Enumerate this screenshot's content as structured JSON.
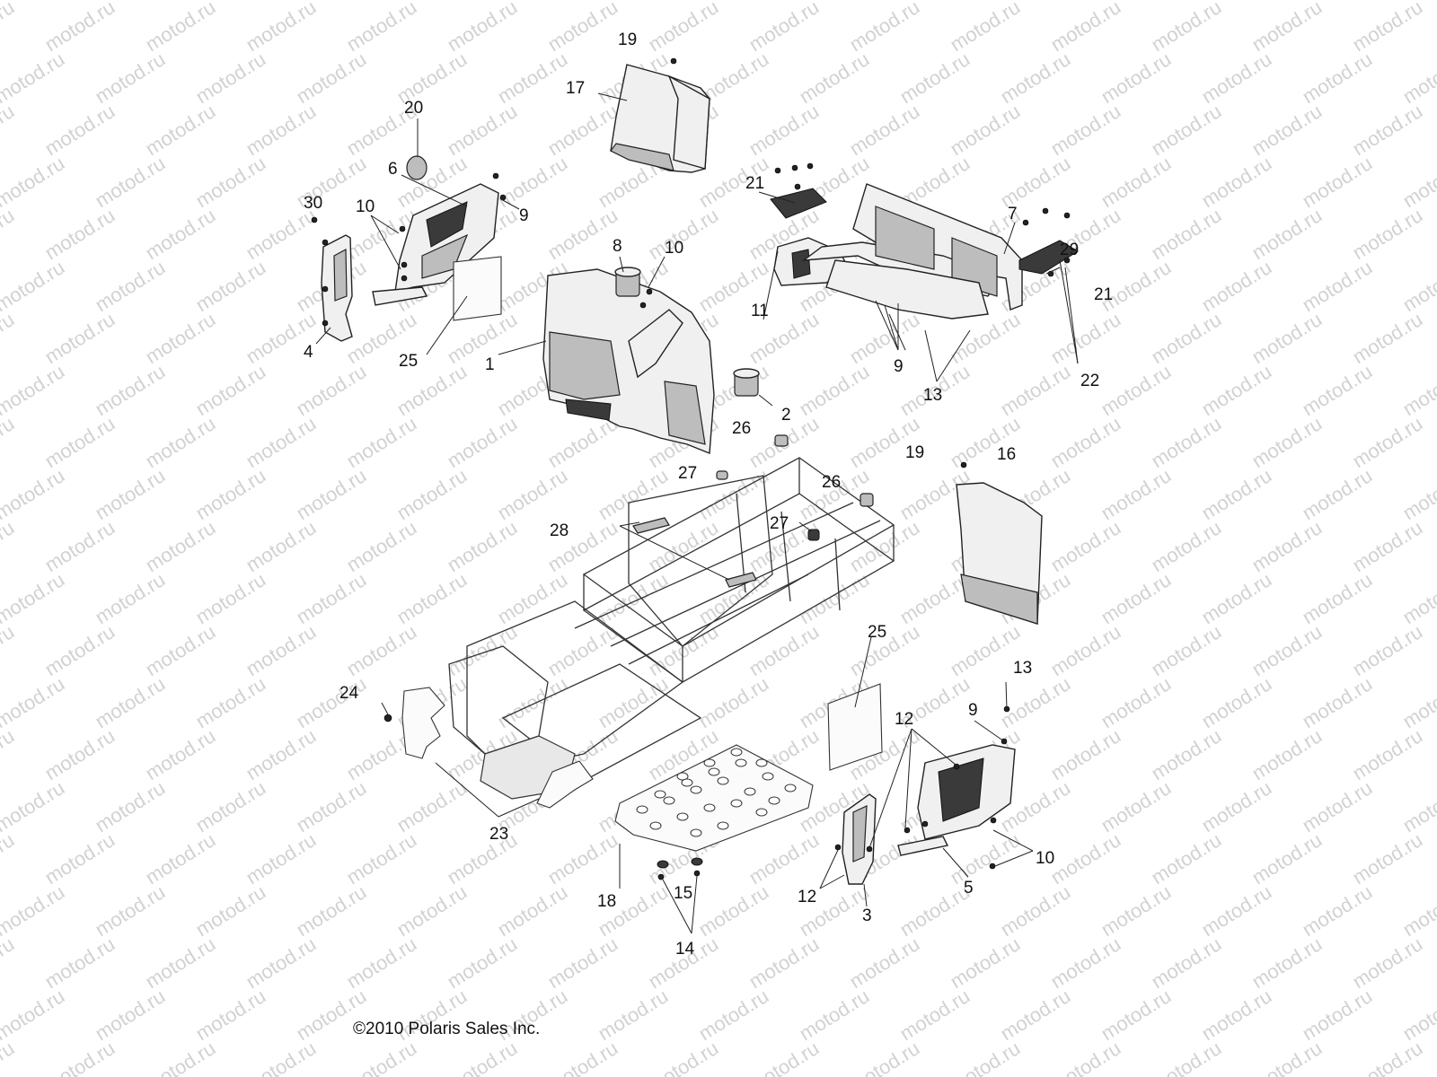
{
  "diagram": {
    "watermark_text": "motod.ru",
    "copyright": "©2010 Polaris Sales Inc.",
    "callouts": [
      {
        "id": "c19a",
        "text": "19"
      },
      {
        "id": "c17",
        "text": "17"
      },
      {
        "id": "c20",
        "text": "20"
      },
      {
        "id": "c6",
        "text": "6"
      },
      {
        "id": "c9a",
        "text": "9"
      },
      {
        "id": "c30",
        "text": "30"
      },
      {
        "id": "c10a",
        "text": "10"
      },
      {
        "id": "c4",
        "text": "4"
      },
      {
        "id": "c25a",
        "text": "25"
      },
      {
        "id": "c8",
        "text": "8"
      },
      {
        "id": "c10b",
        "text": "10"
      },
      {
        "id": "c1",
        "text": "1"
      },
      {
        "id": "c21a",
        "text": "21"
      },
      {
        "id": "c7",
        "text": "7"
      },
      {
        "id": "c29",
        "text": "29"
      },
      {
        "id": "c21b",
        "text": "21"
      },
      {
        "id": "c11",
        "text": "11"
      },
      {
        "id": "c9b",
        "text": "9"
      },
      {
        "id": "c13a",
        "text": "13"
      },
      {
        "id": "c22",
        "text": "22"
      },
      {
        "id": "c2",
        "text": "2"
      },
      {
        "id": "c26a",
        "text": "26"
      },
      {
        "id": "c27a",
        "text": "27"
      },
      {
        "id": "c19b",
        "text": "19"
      },
      {
        "id": "c16",
        "text": "16"
      },
      {
        "id": "c26b",
        "text": "26"
      },
      {
        "id": "c28",
        "text": "28"
      },
      {
        "id": "c27b",
        "text": "27"
      },
      {
        "id": "c25b",
        "text": "25"
      },
      {
        "id": "c13b",
        "text": "13"
      },
      {
        "id": "c24",
        "text": "24"
      },
      {
        "id": "c12a",
        "text": "12"
      },
      {
        "id": "c9c",
        "text": "9"
      },
      {
        "id": "c23",
        "text": "23"
      },
      {
        "id": "c10c",
        "text": "10"
      },
      {
        "id": "c5",
        "text": "5"
      },
      {
        "id": "c12b",
        "text": "12"
      },
      {
        "id": "c15",
        "text": "15"
      },
      {
        "id": "c18",
        "text": "18"
      },
      {
        "id": "c3",
        "text": "3"
      },
      {
        "id": "c14",
        "text": "14"
      }
    ]
  }
}
